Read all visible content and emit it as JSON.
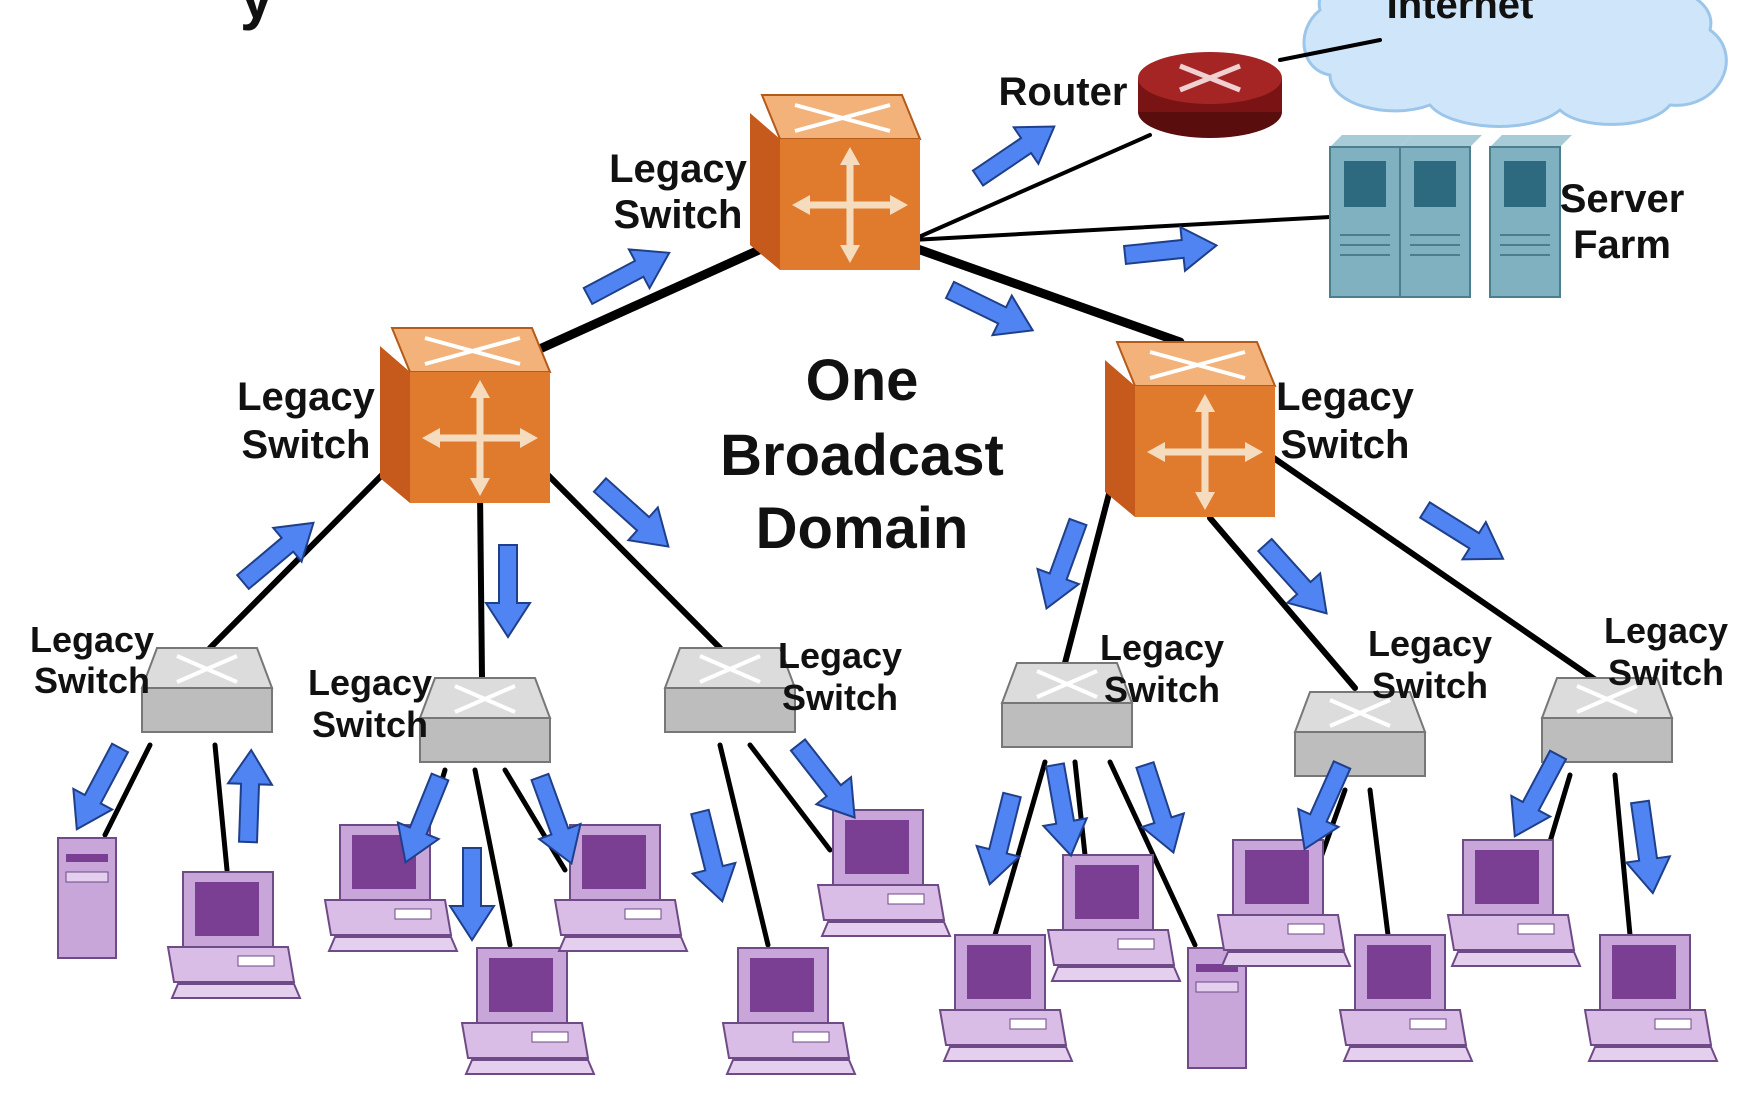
{
  "title_fragment": "y",
  "labels": {
    "internet": "Internet",
    "router": "Router",
    "server_farm_1": "Server",
    "server_farm_2": "Farm",
    "broadcast_1": "One",
    "broadcast_2": "Broadcast",
    "broadcast_3": "Domain",
    "switch_line1": "Legacy",
    "switch_line2": "Switch"
  },
  "icons": {
    "core_switch": "orange-cube-switch-icon",
    "access_switch": "gray-switch-icon",
    "router": "router-icon",
    "server": "server-icon",
    "pc": "workstation-icon",
    "traffic": "traffic-arrow-icon"
  },
  "colors": {
    "switch_orange": "#e07b2e",
    "access_switch_gray": "#c8c8c8",
    "router_red": "#8c1a1a",
    "server_blue": "#7fb1c1",
    "workstation_purple": "#c9a6d9",
    "arrow_blue": "#4f84f2",
    "cloud": "#cfe6fa"
  }
}
